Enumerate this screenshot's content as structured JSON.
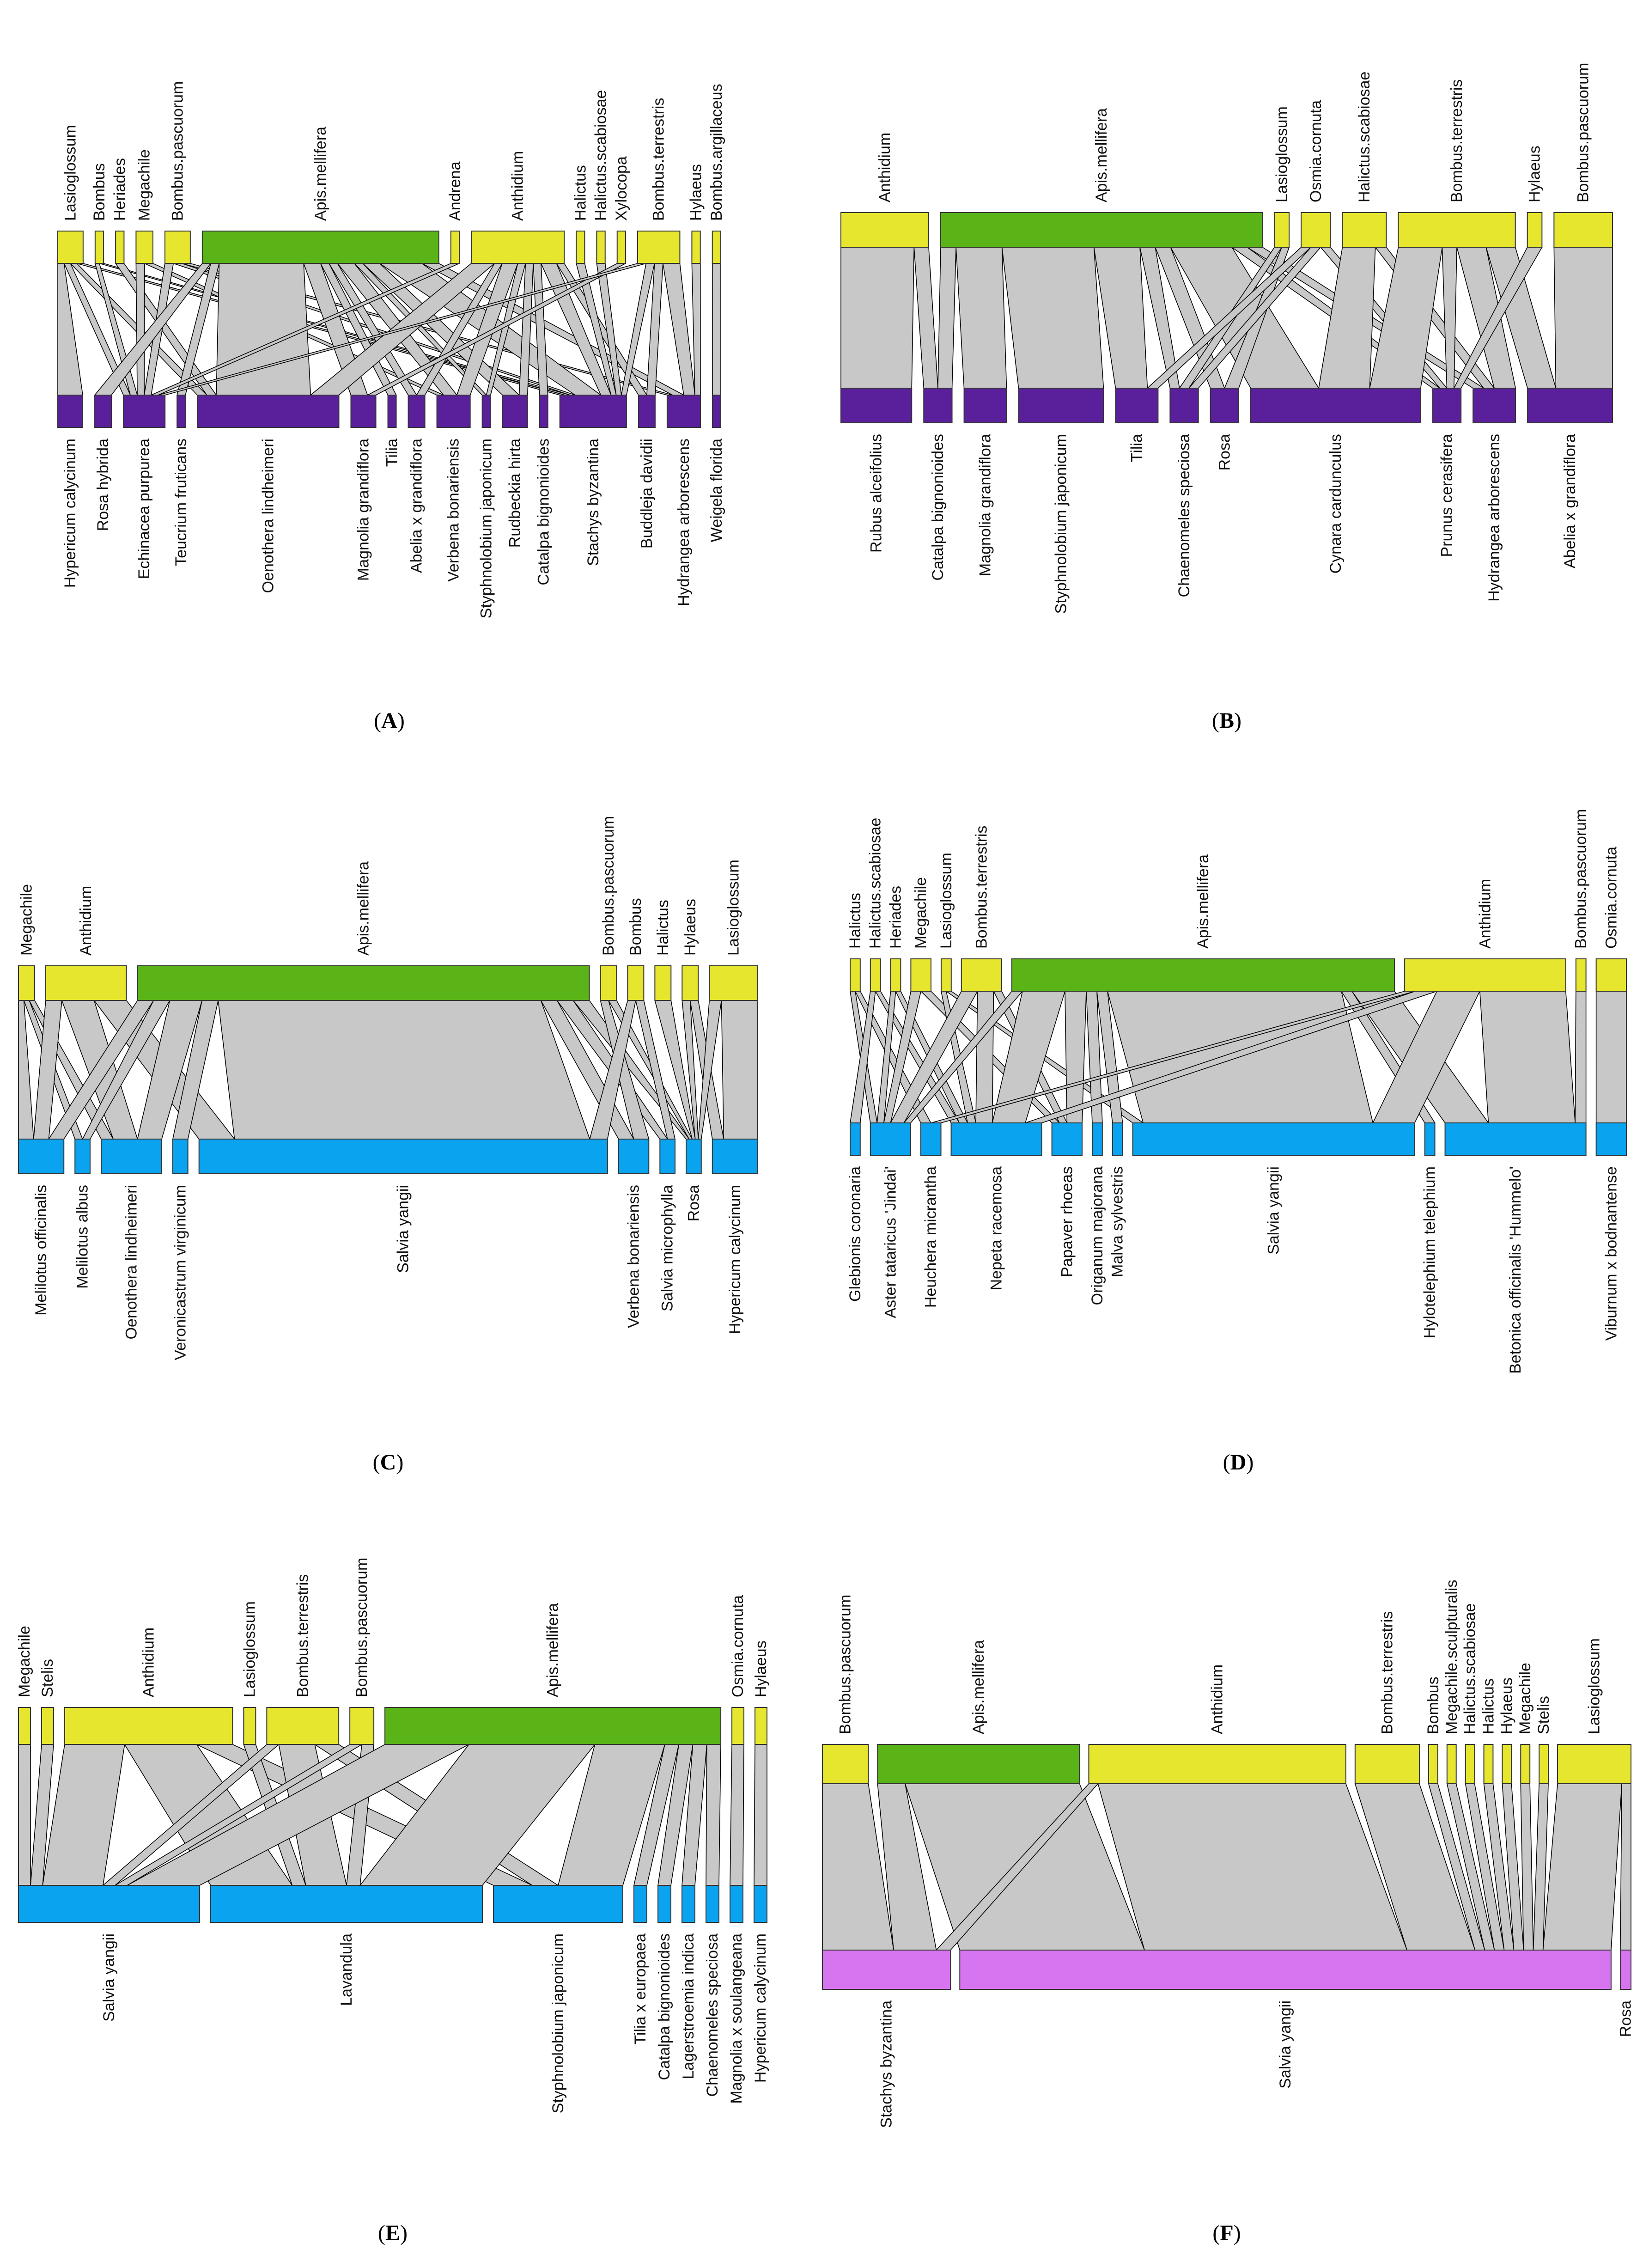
{
  "colors": {
    "bee": "#e6e62e",
    "apis": "#5ab417",
    "plant_purple": "#5a1f9a",
    "plant_blue": "#09a3f0",
    "plant_pink": "#d775f0",
    "link_fill": "#c8c8c8",
    "link_stroke": "#000000"
  },
  "panels": [
    {
      "letter": "A",
      "plant_color": "plant_purple",
      "bees": [
        "Lasioglossum",
        "Bombus",
        "Heriades",
        "Megachile",
        "Bombus.pascuorum",
        "Apis.mellifera",
        "Andrena",
        "Anthidium",
        "Halictus",
        "Halictus.scabiosae",
        "Xylocopa",
        "Bombus.terrestris",
        "Hylaeus",
        "Bombus.argillaceus"
      ],
      "bee_sizes": [
        3,
        1,
        1,
        2,
        3,
        28,
        1,
        11,
        1,
        1,
        1,
        5,
        1,
        1
      ],
      "plants": [
        "Hypericum calycinum",
        "Rosa hybrida",
        "Echinacea purpurea",
        "Teucrium fruticans",
        "Oenothera lindheimeri",
        "Magnolia grandiflora",
        "Tilia",
        "Abelia x grandiflora",
        "Verbena bonariensis",
        "Styphnolobium japonicum",
        "Rudbeckia hirta",
        "Catalpa bignonioides",
        "Stachys byzantina",
        "Buddleja davidii",
        "Hydrangea arborescens",
        "Weigela florida"
      ],
      "plant_sizes": [
        3,
        2,
        5,
        1,
        17,
        3,
        1,
        2,
        4,
        1,
        3,
        1,
        8,
        2,
        4,
        1
      ],
      "links": [
        [
          0,
          0,
          1
        ],
        [
          0,
          2,
          1
        ],
        [
          0,
          4,
          1
        ],
        [
          0,
          12,
          1
        ],
        [
          1,
          2,
          1
        ],
        [
          1,
          12,
          1
        ],
        [
          2,
          4,
          1
        ],
        [
          3,
          2,
          1
        ],
        [
          3,
          8,
          1
        ],
        [
          4,
          2,
          1
        ],
        [
          4,
          12,
          1
        ],
        [
          4,
          14,
          1
        ],
        [
          5,
          4,
          10
        ],
        [
          5,
          5,
          2
        ],
        [
          5,
          8,
          2
        ],
        [
          5,
          9,
          1
        ],
        [
          5,
          10,
          2
        ],
        [
          5,
          12,
          5
        ],
        [
          5,
          14,
          2
        ],
        [
          5,
          1,
          1
        ],
        [
          5,
          6,
          1
        ],
        [
          5,
          7,
          1
        ],
        [
          5,
          3,
          1
        ],
        [
          6,
          2,
          1
        ],
        [
          7,
          4,
          3
        ],
        [
          7,
          7,
          1
        ],
        [
          7,
          8,
          2
        ],
        [
          7,
          9,
          1
        ],
        [
          7,
          10,
          1
        ],
        [
          7,
          12,
          2
        ],
        [
          7,
          13,
          1
        ],
        [
          7,
          11,
          1
        ],
        [
          8,
          12,
          1
        ],
        [
          9,
          12,
          1
        ],
        [
          10,
          5,
          1
        ],
        [
          11,
          14,
          2
        ],
        [
          11,
          13,
          1
        ],
        [
          11,
          12,
          1
        ],
        [
          11,
          2,
          1
        ],
        [
          12,
          14,
          1
        ],
        [
          13,
          15,
          1
        ]
      ]
    },
    {
      "letter": "B",
      "plant_color": "plant_purple",
      "bees": [
        "Anthidium",
        "Apis.mellifera",
        "Lasioglossum",
        "Osmia.cornuta",
        "Halictus.scabiosae",
        "Bombus.terrestris",
        "Hylaeus",
        "Bombus.pascuorum"
      ],
      "bee_sizes": [
        6,
        22,
        1,
        2,
        3,
        8,
        1,
        4
      ],
      "plants": [
        "Rubus alceifolius",
        "Catalpa bignonioides",
        "Magnolia grandiflora",
        "Styphnolobium japonicum",
        "Tilia",
        "Chaenomeles speciosa",
        "Rosa",
        "Cynara cardunculus",
        "Prunus cerasifera",
        "Hydrangea arborescens",
        "Abelia x grandiflora"
      ],
      "plant_sizes": [
        5,
        2,
        3,
        6,
        3,
        2,
        2,
        12,
        2,
        3,
        6
      ],
      "links": [
        [
          0,
          0,
          5
        ],
        [
          0,
          1,
          1
        ],
        [
          1,
          1,
          1
        ],
        [
          1,
          2,
          3
        ],
        [
          1,
          3,
          6
        ],
        [
          1,
          4,
          3
        ],
        [
          1,
          5,
          1
        ],
        [
          1,
          6,
          1
        ],
        [
          1,
          7,
          4
        ],
        [
          1,
          8,
          1
        ],
        [
          1,
          9,
          1
        ],
        [
          2,
          5,
          1
        ],
        [
          2,
          6,
          1
        ],
        [
          3,
          4,
          1
        ],
        [
          3,
          5,
          1
        ],
        [
          3,
          8,
          1
        ],
        [
          4,
          7,
          3
        ],
        [
          4,
          9,
          1
        ],
        [
          5,
          7,
          3
        ],
        [
          5,
          8,
          1
        ],
        [
          5,
          9,
          2
        ],
        [
          5,
          10,
          2
        ],
        [
          6,
          8,
          1
        ],
        [
          7,
          10,
          4
        ]
      ]
    },
    {
      "letter": "C",
      "plant_color": "plant_blue",
      "bees": [
        "Megachile",
        "Anthidium",
        "Apis.mellifera",
        "Bombus.pascuorum",
        "Bombus",
        "Halictus",
        "Hylaeus",
        "Lasioglossum"
      ],
      "bee_sizes": [
        1,
        5,
        28,
        1,
        1,
        1,
        1,
        3
      ],
      "plants": [
        "Melilotus officinalis",
        "Melilotus albus",
        "Oenothera lindheimeri",
        "Veronicastrum virginicum",
        "Salvia yangii",
        "Verbena bonariensis",
        "Salvia microphylla",
        "Rosa",
        "Hypericum calycinum"
      ],
      "plant_sizes": [
        3,
        1,
        4,
        1,
        27,
        2,
        1,
        1,
        3
      ],
      "links": [
        [
          0,
          0,
          1
        ],
        [
          0,
          1,
          1
        ],
        [
          0,
          2,
          1
        ],
        [
          1,
          0,
          1
        ],
        [
          1,
          2,
          2
        ],
        [
          1,
          4,
          2
        ],
        [
          2,
          0,
          1
        ],
        [
          2,
          1,
          1
        ],
        [
          2,
          2,
          2
        ],
        [
          2,
          3,
          1
        ],
        [
          2,
          4,
          20
        ],
        [
          2,
          5,
          1
        ],
        [
          2,
          6,
          1
        ],
        [
          2,
          7,
          1
        ],
        [
          3,
          5,
          1
        ],
        [
          3,
          7,
          1
        ],
        [
          4,
          6,
          1
        ],
        [
          4,
          4,
          1
        ],
        [
          5,
          7,
          1
        ],
        [
          6,
          7,
          1
        ],
        [
          6,
          8,
          1
        ],
        [
          7,
          8,
          3
        ],
        [
          7,
          7,
          1
        ]
      ]
    },
    {
      "letter": "D",
      "plant_color": "plant_blue",
      "bees": [
        "Halictus",
        "Halictus.scabiosae",
        "Heriades",
        "Megachile",
        "Lasioglossum",
        "Bombus.terrestris",
        "Apis.mellifera",
        "Anthidium",
        "Bombus.pascuorum",
        "Osmia.cornuta"
      ],
      "bee_sizes": [
        1,
        1,
        1,
        2,
        1,
        4,
        38,
        16,
        1,
        3
      ],
      "plants": [
        "Glebionis coronaria",
        "Aster tataricus 'Jindai'",
        "Heuchera micrantha",
        "Nepeta racemosa",
        "Papaver rhoeas",
        "Origanum majorana",
        "Malva sylvestris",
        "Salvia yangii",
        "Hylotelephium telephium",
        "Betonica officinalis 'Hummelo'",
        "Viburnum x bodnantense"
      ],
      "plant_sizes": [
        1,
        4,
        2,
        9,
        3,
        1,
        1,
        28,
        1,
        14,
        3
      ],
      "links": [
        [
          0,
          1,
          1
        ],
        [
          0,
          2,
          1
        ],
        [
          1,
          0,
          1
        ],
        [
          1,
          3,
          1
        ],
        [
          2,
          1,
          1
        ],
        [
          2,
          3,
          1
        ],
        [
          3,
          1,
          1
        ],
        [
          3,
          4,
          1
        ],
        [
          4,
          3,
          1
        ],
        [
          4,
          7,
          1
        ],
        [
          5,
          1,
          2
        ],
        [
          5,
          3,
          2
        ],
        [
          5,
          4,
          1
        ],
        [
          6,
          1,
          1
        ],
        [
          6,
          3,
          4
        ],
        [
          6,
          4,
          2
        ],
        [
          6,
          5,
          1
        ],
        [
          6,
          6,
          1
        ],
        [
          6,
          7,
          22
        ],
        [
          6,
          9,
          4
        ],
        [
          6,
          8,
          1
        ],
        [
          7,
          7,
          4
        ],
        [
          7,
          9,
          8
        ],
        [
          7,
          3,
          2
        ],
        [
          7,
          2,
          1
        ],
        [
          8,
          9,
          1
        ],
        [
          9,
          10,
          3
        ]
      ]
    },
    {
      "letter": "E",
      "plant_color": "plant_blue",
      "bees": [
        "Megachile",
        "Stelis",
        "Anthidium",
        "Lasioglossum",
        "Bombus.terrestris",
        "Bombus.pascuorum",
        "Apis.mellifera",
        "Osmia.cornuta",
        "Hylaeus"
      ],
      "bee_sizes": [
        1,
        1,
        14,
        1,
        6,
        2,
        28,
        1,
        1
      ],
      "plants": [
        "Salvia yangii",
        "Lavandula",
        "Styphnolobium japonicum",
        "Tilia x europaea",
        "Catalpa bignonioides",
        "Lagerstroemia indica",
        "Chaenomeles speciosa",
        "Magnolia x soulangeana",
        "Hypericum calycinum"
      ],
      "plant_sizes": [
        14,
        21,
        10,
        1,
        1,
        1,
        1,
        1,
        1
      ],
      "links": [
        [
          0,
          0,
          1
        ],
        [
          1,
          0,
          1
        ],
        [
          2,
          0,
          5
        ],
        [
          2,
          1,
          6
        ],
        [
          2,
          2,
          3
        ],
        [
          3,
          1,
          1
        ],
        [
          4,
          1,
          3
        ],
        [
          4,
          0,
          1
        ],
        [
          4,
          2,
          2
        ],
        [
          5,
          1,
          1
        ],
        [
          5,
          0,
          1
        ],
        [
          6,
          0,
          6
        ],
        [
          6,
          1,
          9
        ],
        [
          6,
          2,
          5
        ],
        [
          6,
          3,
          1
        ],
        [
          6,
          4,
          1
        ],
        [
          6,
          5,
          1
        ],
        [
          6,
          6,
          1
        ],
        [
          7,
          7,
          1
        ],
        [
          8,
          8,
          1
        ]
      ]
    },
    {
      "letter": "F",
      "plant_color": "plant_pink",
      "bees": [
        "Bombus.pascuorum",
        "Apis.mellifera",
        "Anthidium",
        "Bombus.terrestris",
        "Bombus",
        "Megachile.sculpturalis",
        "Halictus.scabiosae",
        "Halictus",
        "Hylaeus",
        "Megachile",
        "Stelis",
        "Lasioglossum"
      ],
      "bee_sizes": [
        5,
        22,
        28,
        7,
        1,
        1,
        1,
        1,
        1,
        1,
        1,
        8
      ],
      "plants": [
        "Stachys byzantina",
        "Salvia yangii",
        "Rosa"
      ],
      "plant_sizes": [
        12,
        61,
        1
      ],
      "links": [
        [
          0,
          0,
          5
        ],
        [
          1,
          0,
          3
        ],
        [
          1,
          1,
          19
        ],
        [
          2,
          1,
          27
        ],
        [
          2,
          0,
          1
        ],
        [
          3,
          1,
          7
        ],
        [
          4,
          1,
          1
        ],
        [
          5,
          1,
          1
        ],
        [
          6,
          1,
          1
        ],
        [
          7,
          1,
          1
        ],
        [
          8,
          1,
          1
        ],
        [
          9,
          1,
          1
        ],
        [
          10,
          1,
          1
        ],
        [
          11,
          1,
          7
        ],
        [
          11,
          2,
          1
        ]
      ]
    }
  ]
}
